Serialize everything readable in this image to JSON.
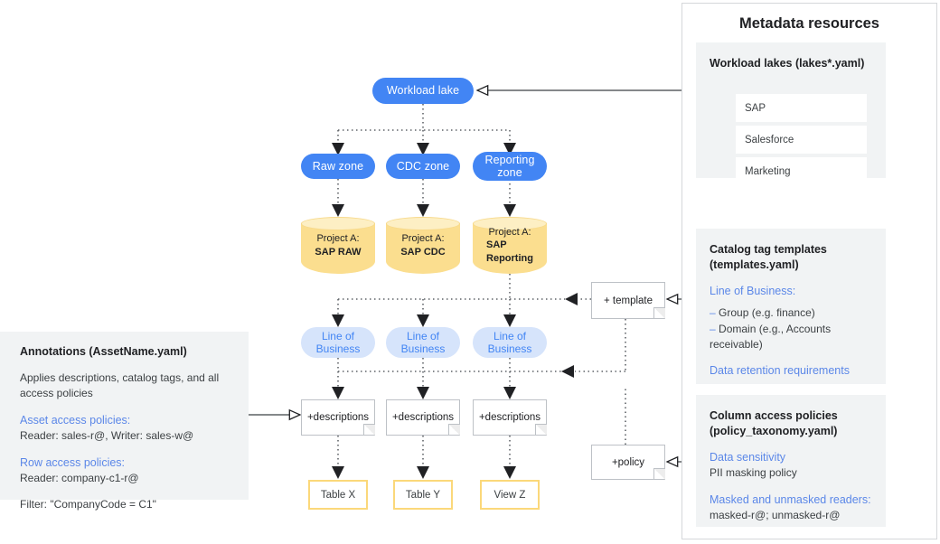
{
  "diagram": {
    "title": "Data mesh metadata and policy flow",
    "colors": {
      "blue": "#4285F4",
      "light_blue": "#D6E4FB",
      "amber": "#FBDE8F",
      "amber_border": "#FBD87A",
      "panel_gray": "#F1F3F4",
      "accent_text": "#5B87E8"
    }
  },
  "flow": {
    "workload_lake": "Workload lake",
    "zones": [
      {
        "label": "Raw zone"
      },
      {
        "label": "CDC zone"
      },
      {
        "label": "Reporting\nzone"
      }
    ],
    "projects": [
      {
        "prefix": "Project A:",
        "name": "SAP RAW"
      },
      {
        "prefix": "Project A:",
        "name": "SAP CDC"
      },
      {
        "prefix": "Project A:",
        "name": "SAP\nReporting"
      }
    ],
    "line_of_business": [
      {
        "label": "Line of\nBusiness"
      },
      {
        "label": "Line of\nBusiness"
      },
      {
        "label": "Line of\nBusiness"
      }
    ],
    "descriptions": [
      {
        "label": "+descriptions"
      },
      {
        "label": "+descriptions"
      },
      {
        "label": "+descriptions"
      }
    ],
    "assets": [
      {
        "label": "Table X"
      },
      {
        "label": "Table Y"
      },
      {
        "label": "View Z"
      }
    ],
    "template_note": "+ template",
    "policy_note": "+policy"
  },
  "annotations_panel": {
    "heading": "Annotations (AssetName.yaml)",
    "intro": "Applies descriptions, catalog tags, and all access policies",
    "sections": [
      {
        "heading": "Asset access policies:",
        "body": "Reader: sales-r@, Writer: sales-w@"
      },
      {
        "heading": "Row access policies:",
        "body": "Reader: company-c1-r@"
      }
    ],
    "filter": "Filter: \"CompanyCode = C1\""
  },
  "metadata_panel": {
    "title": "Metadata resources",
    "cards": [
      {
        "heading": "Workload lakes (lakes*.yaml)",
        "items": [
          "SAP",
          "Salesforce",
          "Marketing"
        ]
      },
      {
        "heading_line1": "Catalog tag templates",
        "heading_line2": "(templates.yaml)",
        "accent1": "Line of Business:",
        "bullet1": "Group (e.g. finance)",
        "bullet2": "Domain (e.g., Accounts receivable)",
        "accent2": "Data retention requirements"
      },
      {
        "heading_line1": "Column access policies",
        "heading_line2": "(policy_taxonomy.yaml)",
        "accent1": "Data sensitivity",
        "body1": "PII masking policy",
        "accent2": "Masked and unmasked readers:",
        "body2": "masked-r@; unmasked-r@"
      }
    ]
  }
}
